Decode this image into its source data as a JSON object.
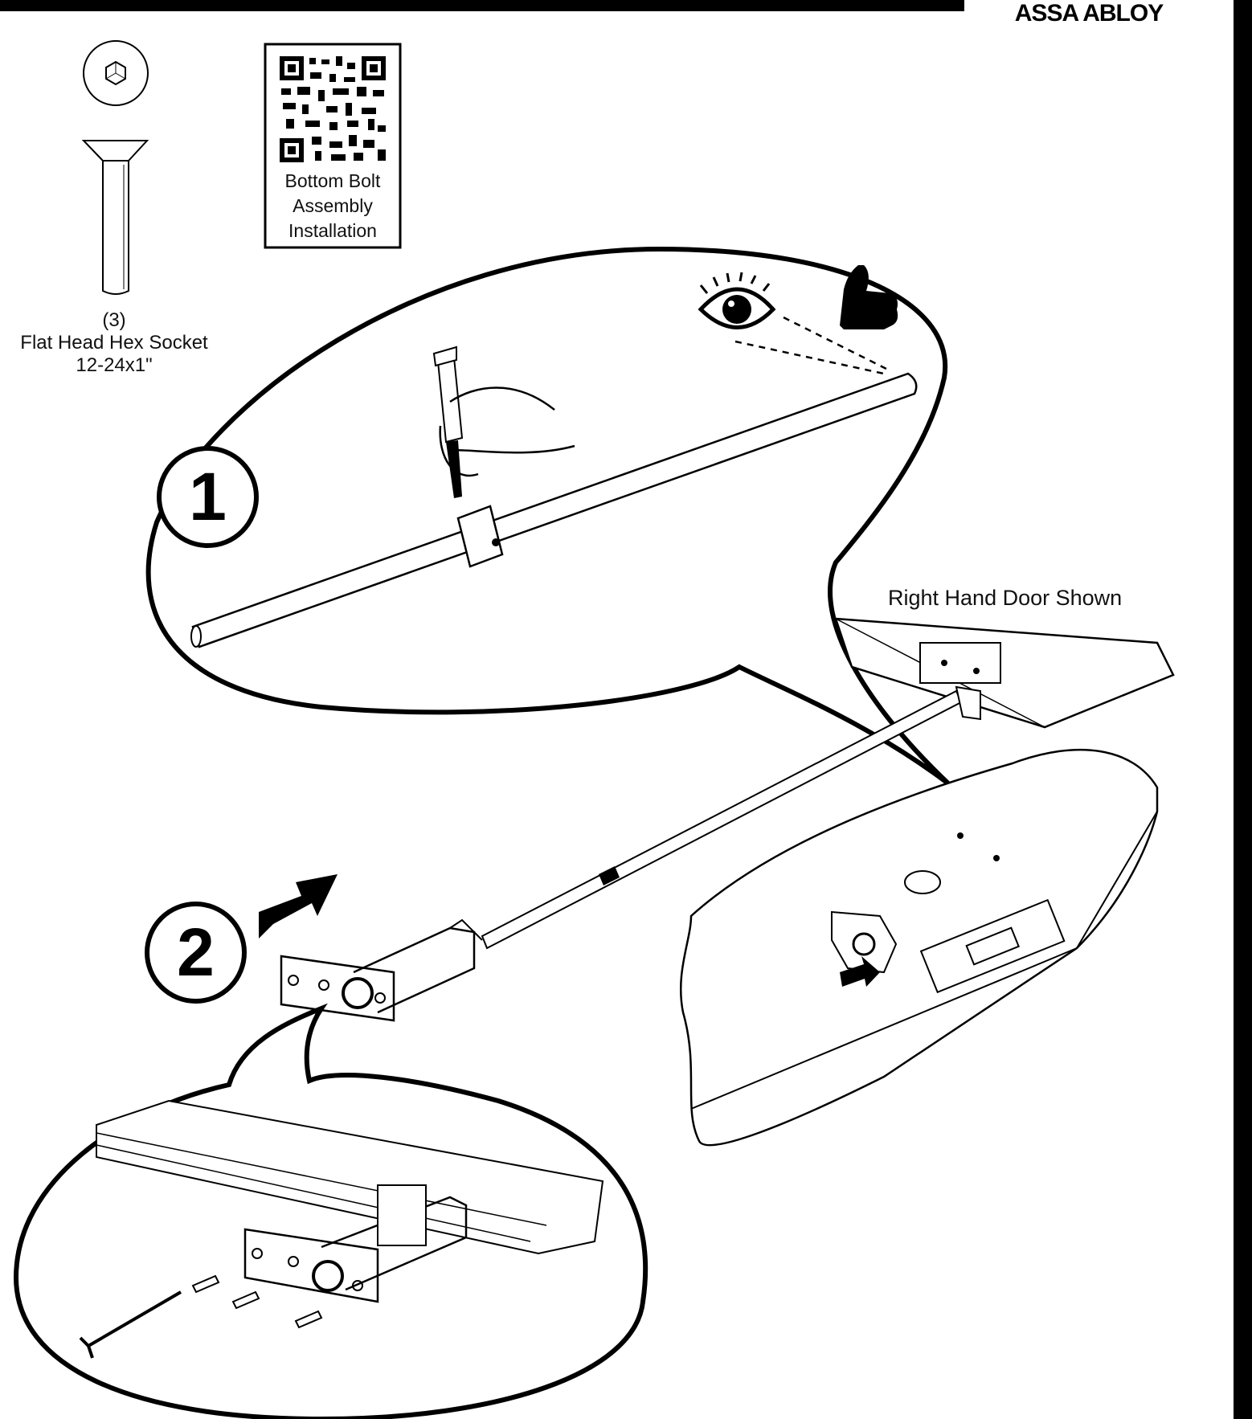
{
  "brand": {
    "name": "ASSA ABLOY"
  },
  "qr_card": {
    "label_lines": [
      "Bottom Bolt",
      "Assembly",
      "Installation"
    ]
  },
  "screw": {
    "quantity": "(3)",
    "name": "Flat Head Hex Socket",
    "size": "12-24x1\""
  },
  "door_note": "Right Hand Door Shown",
  "steps": [
    {
      "number": "1"
    },
    {
      "number": "2"
    }
  ],
  "icons": [
    "screw-head-icon",
    "screw-side-icon",
    "qr-code-icon",
    "eye-icon",
    "thumbs-up-icon",
    "marker-hand-icon",
    "arrow-icon",
    "hex-key-icon"
  ],
  "colors": {
    "ink": "#000000",
    "paper": "#ffffff"
  }
}
